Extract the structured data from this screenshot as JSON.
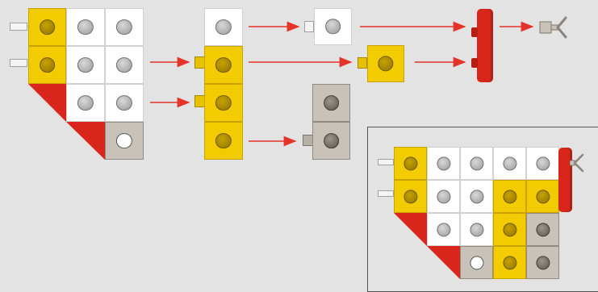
{
  "diagram": {
    "type": "assembly-instruction",
    "background": "#e3e3e3",
    "colors": {
      "white_cube": "#ffffff",
      "yellow_cube": "#f2cb00",
      "grey_cube": "#c9c2b8",
      "red_part": "#d9261c",
      "arrow": "#e5332a"
    },
    "icons": [
      "clip-icon",
      "red-plate",
      "red-wedge",
      "arrow-left"
    ]
  }
}
